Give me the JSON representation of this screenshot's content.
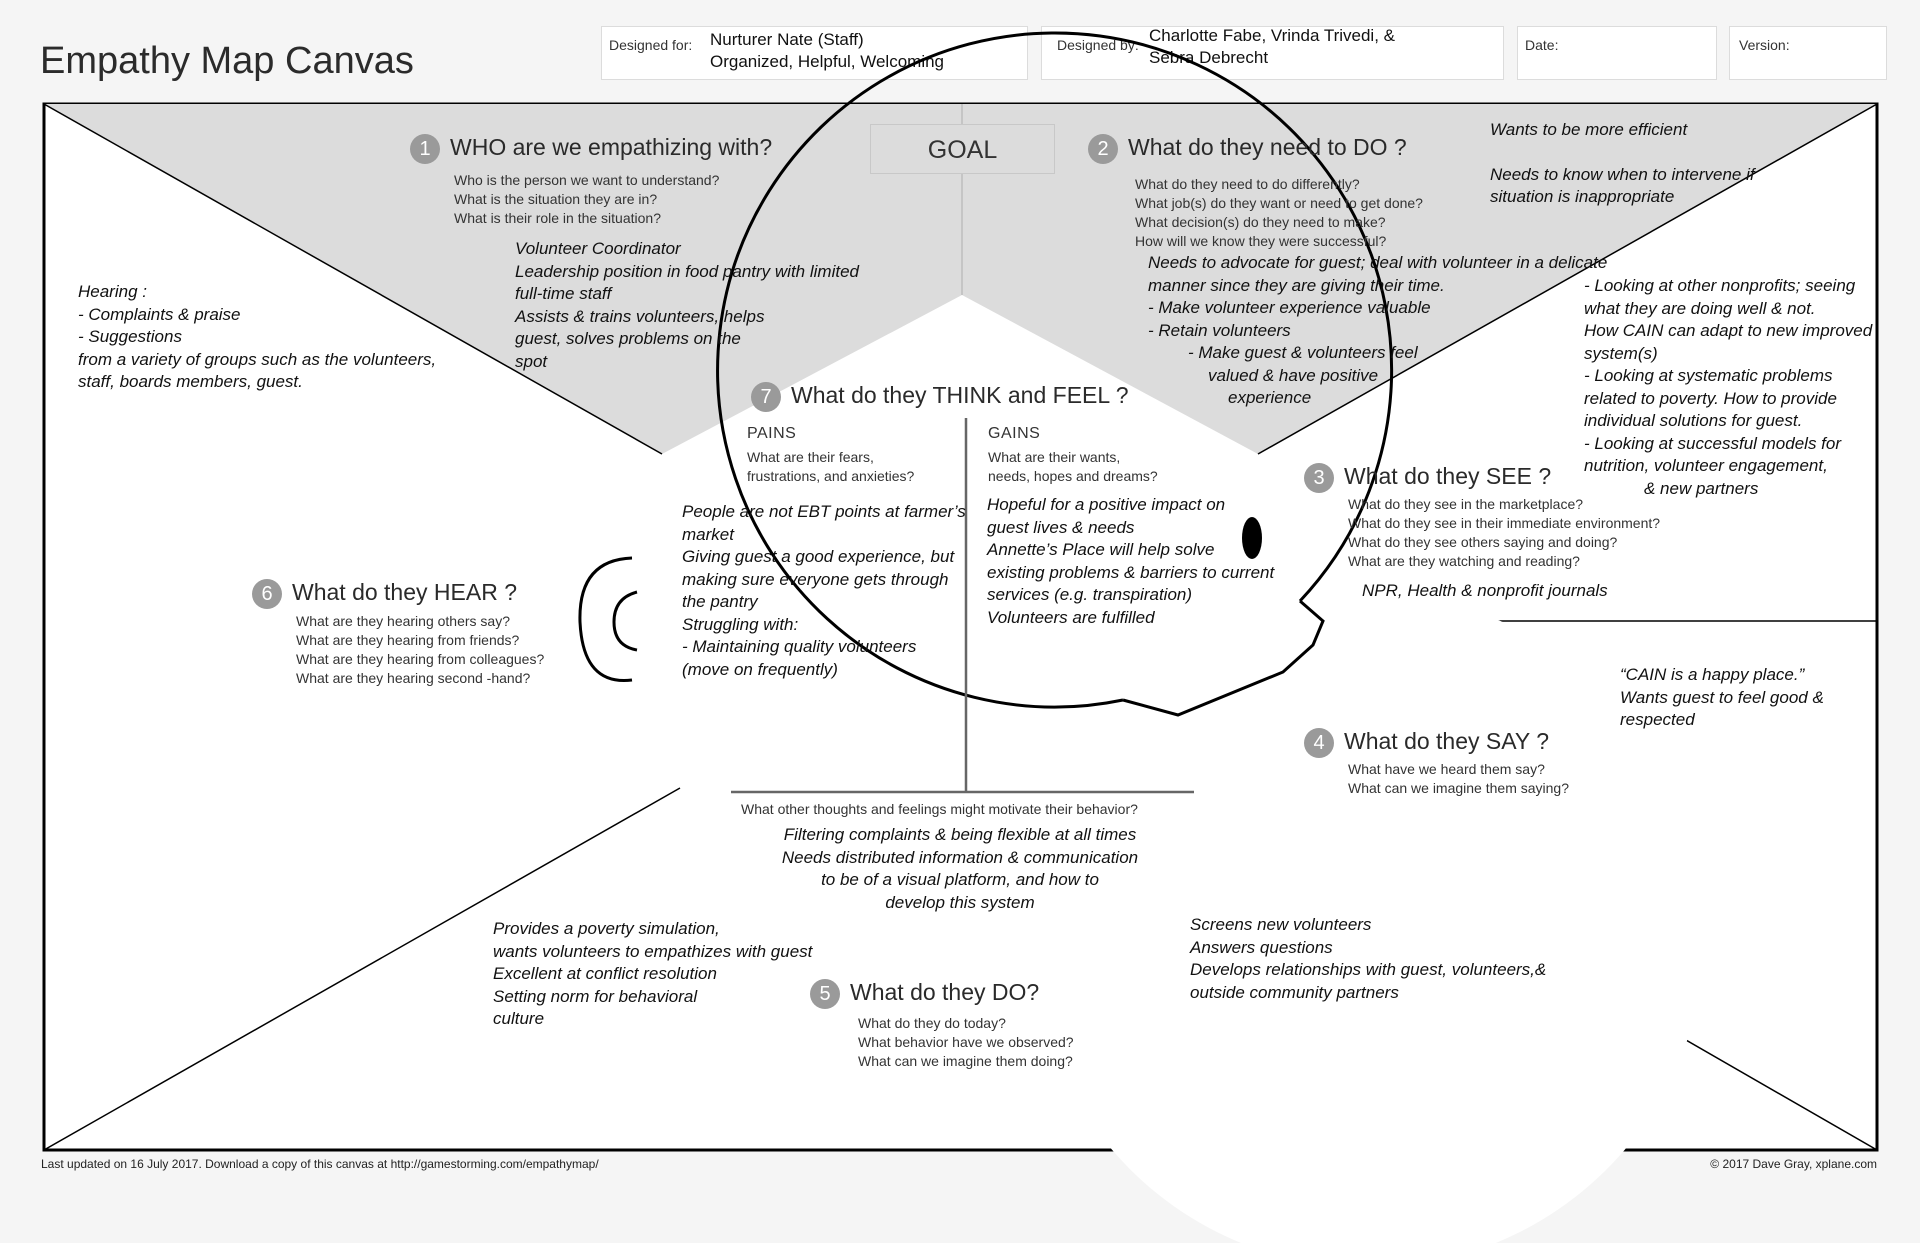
{
  "title": "Empathy Map Canvas",
  "header": {
    "designed_for_label": "Designed for:",
    "designed_for_lines": [
      "Nurturer Nate (Staff)",
      "Organized, Helpful, Welcoming"
    ],
    "designed_by_label": "Designed by:",
    "designed_by_lines": [
      "Charlotte Fabe, Vrinda Trivedi, &",
      "Sebra Debrecht"
    ],
    "date_label": "Date:",
    "version_label": "Version:"
  },
  "goal_label": "GOAL",
  "sections": {
    "who": {
      "num": "1",
      "title": "WHO  are we empathizing with?",
      "questions": [
        "Who is the person we want to understand?",
        "What is the situation they are in?",
        "What is their role in the situation?"
      ],
      "answers": [
        "Volunteer Coordinator",
        "Leadership position in food pantry with limited",
        "full-time staff",
        "Assists  & trains volunteers, helps",
        "guest, solves problems on the",
        "spot"
      ]
    },
    "do_need": {
      "num": "2",
      "title": "What do they need to DO  ?",
      "questions": [
        "What do they need to do differently?",
        "What job(s) do they want or need to get done?",
        "What decision(s) do they need to make?",
        "How will we know they were successful?"
      ],
      "answers": [
        "Needs to advocate for guest; deal with volunteer in a delicate",
        "manner since they are giving their time.",
        "- Make volunteer experience valuable",
        "- Retain volunteers",
        "- Make guest & volunteers feel",
        "valued & have positive",
        "experience"
      ],
      "corner_notes": [
        "Wants to be more efficient",
        "",
        "Needs to know when to intervene if",
        "situation is inappropriate"
      ]
    },
    "see": {
      "num": "3",
      "title": "What do they   SEE ?",
      "questions": [
        "What do they see in the marketplace?",
        "What do they see in their immediate environment?",
        "What do they see others saying and doing?",
        "What are they watching and reading?"
      ],
      "answers": [
        "NPR, Health & nonprofit journals"
      ],
      "side_notes": [
        "- Looking at other nonprofits; seeing",
        "what they are doing well & not.",
        "How CAIN can adapt to new improved",
        "system(s)",
        "- Looking at systematic problems",
        "related to poverty. How to provide",
        "individual solutions for guest.",
        "- Looking at successful models for",
        "nutrition, volunteer engagement,",
        "& new partners"
      ]
    },
    "say": {
      "num": "4",
      "title": "What do they   SAY ?",
      "questions": [
        "What have we heard them say?",
        "What can we imagine them saying?"
      ],
      "answers": [
        "“CAIN is a happy place.”",
        "Wants guest to feel good &",
        "respected"
      ]
    },
    "do": {
      "num": "5",
      "title": "What do they   DO?",
      "questions": [
        "What do they do today?",
        "What behavior have we observed?",
        "What can we imagine them doing?"
      ],
      "answers_left": [
        "Provides a poverty simulation,",
        "wants volunteers to empathizes with guest",
        "Excellent at conflict resolution",
        "Setting norm for behavioral",
        "culture"
      ],
      "answers_right": [
        "Screens new volunteers",
        "Answers questions",
        "Develops relationships with guest, volunteers,&",
        "outside community partners"
      ]
    },
    "hear": {
      "num": "6",
      "title": "What do they   HEAR ?",
      "questions": [
        "What are they hearing others say?",
        "What are they hearing from friends?",
        "What are they hearing from colleagues?",
        "What are they hearing second  -hand?"
      ],
      "answers": [
        "Hearing :",
        "- Complaints & praise",
        "- Suggestions",
        "from a variety of groups such as the volunteers,",
        "staff, boards members, guest."
      ]
    },
    "think": {
      "num": "7",
      "title": "What do they  THINK   and FEEL ?",
      "pains_label": "PAINS",
      "pains_q": [
        "What are their fears,",
        "frustrations, and anxieties?"
      ],
      "pains": [
        "People are not EBT points at farmer’s",
        "market",
        "Giving guest a good experience,  but",
        "making sure everyone gets through",
        "the pantry",
        "Struggling with:",
        "- Maintaining quality volunteers",
        "(move on frequently)"
      ],
      "gains_label": "GAINS",
      "gains_q": [
        "What are their wants,",
        "needs, hopes and dreams?"
      ],
      "gains": [
        "Hopeful for a positive impact on",
        "guest lives & needs",
        "Annette’s Place will help solve",
        "existing problems & barriers to current",
        "services (e.g. transpiration)",
        "Volunteers are fulfilled"
      ],
      "other_q": "What other thoughts and feelings might motivate their behavior?",
      "other": [
        "Filtering complaints & being flexible at all times",
        "Needs distributed information & communication",
        "to be of a visual platform, and how to",
        "develop this system"
      ]
    }
  },
  "footer": {
    "left": "Last updated on 16 July 2017. Download a copy of this canvas at http://gamestorming.com/empathymap/",
    "right": "© 2017 Dave Gray, xplane.com"
  }
}
